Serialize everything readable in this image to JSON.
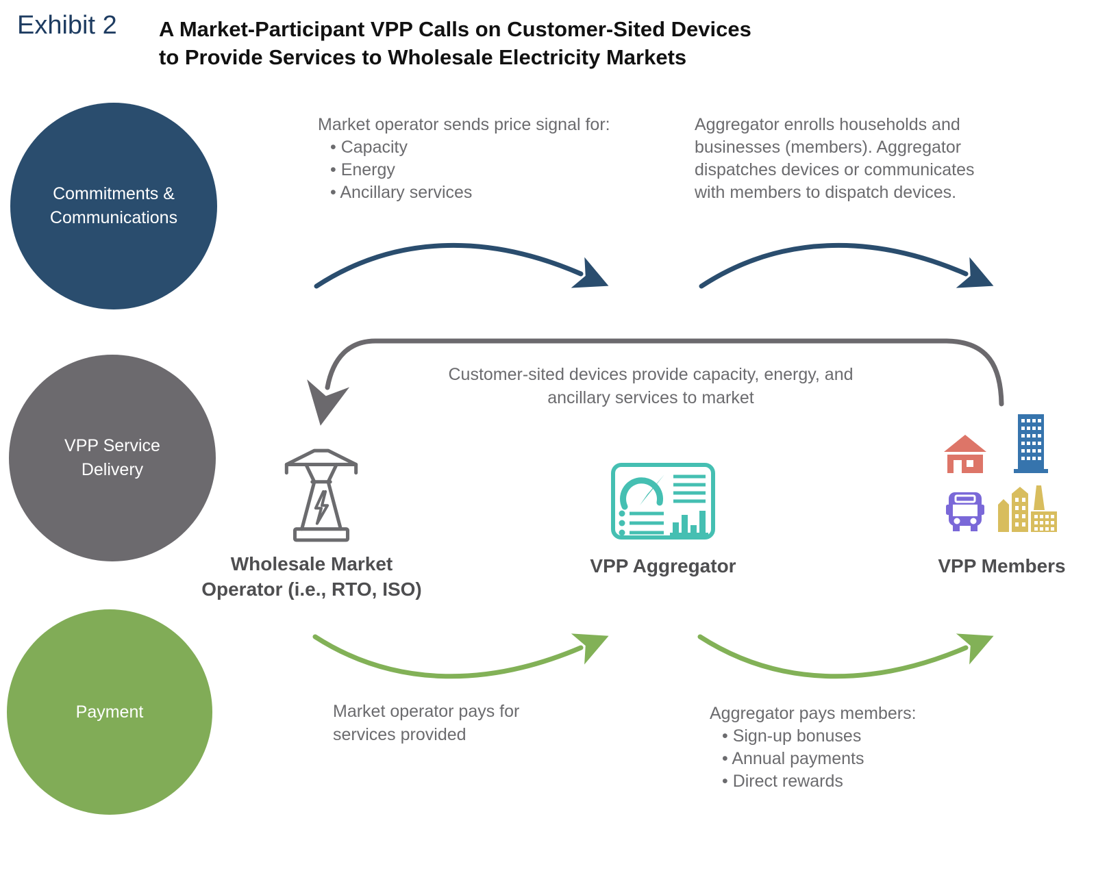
{
  "header": {
    "exhibit_label": "Exhibit 2",
    "title_lines": [
      "A Market-Participant VPP Calls on Customer-Sited Devices",
      "to Provide Services to Wholesale Electricity Markets"
    ]
  },
  "legend": {
    "circles": [
      {
        "id": "commitments",
        "lines": [
          "Commitments &",
          "Communications"
        ],
        "color": "#2a4d6e"
      },
      {
        "id": "vpp-service-delivery",
        "lines": [
          "VPP Service",
          "Delivery"
        ],
        "color": "#6c6a6e"
      },
      {
        "id": "payment",
        "lines": [
          "Payment"
        ],
        "color": "#81ac57"
      }
    ]
  },
  "annotations": {
    "price_signal": {
      "heading": "Market operator sends price signal for:",
      "bullets": [
        "Capacity",
        "Energy",
        "Ancillary services"
      ]
    },
    "enrollment": {
      "lines": [
        "Aggregator enrolls households and",
        "businesses (members). Aggregator",
        "dispatches devices or communicates",
        "with members to dispatch devices."
      ]
    },
    "service_delivery": {
      "lines": [
        "Customer-sited devices provide capacity, energy, and",
        "ancillary services to market"
      ]
    },
    "operator_payment": {
      "lines": [
        "Market operator pays for",
        "services provided"
      ]
    },
    "member_payment": {
      "heading": "Aggregator pays members:",
      "bullets": [
        "Sign-up bonuses",
        "Annual payments",
        "Direct rewards"
      ]
    }
  },
  "entities": {
    "market_operator": {
      "label_lines": [
        "Wholesale Market",
        "Operator (i.e., RTO, ISO)"
      ],
      "icon": "transmission-tower-icon"
    },
    "aggregator": {
      "label": "VPP Aggregator",
      "icon": "dashboard-icon"
    },
    "members": {
      "label": "VPP Members",
      "icons": [
        "house-icon",
        "office-building-icon",
        "bus-icon",
        "factory-icon"
      ]
    }
  },
  "colors": {
    "navy": "#2a4d6e",
    "gray": "#6b696d",
    "green": "#82b157",
    "teal": "#45bfb2",
    "house_red": "#dd7568",
    "building_blue": "#3674ad",
    "bus_purple": "#7a68d8",
    "factory_gold": "#d8bd5e",
    "text_gray": "#6b6b6e",
    "label_dark": "#4e4e50",
    "exhibit_blue": "#1e3c61"
  }
}
